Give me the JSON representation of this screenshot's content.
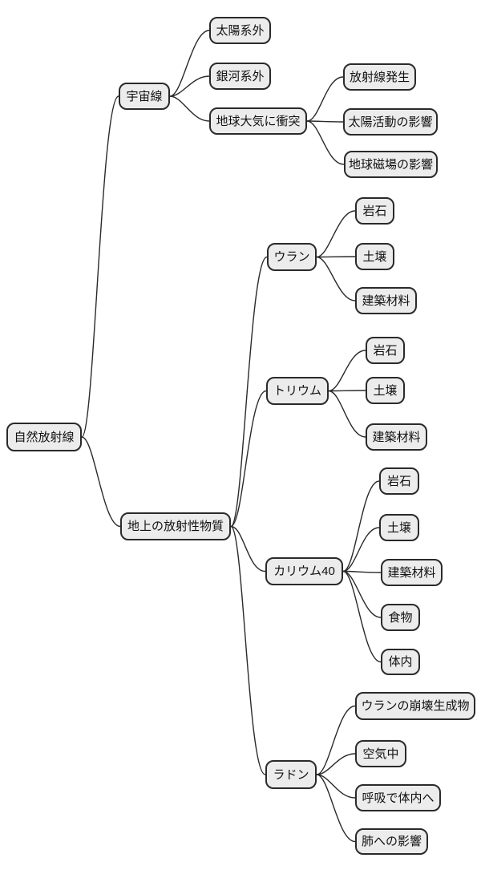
{
  "diagram": {
    "type": "mindmap",
    "title": "自然放射線",
    "colors": {
      "background": "#ffffff",
      "node_fill": "#ececec",
      "node_border": "#2a2a2a",
      "edge": "#2a2a2a",
      "text": "#111111"
    },
    "nodes": [
      {
        "id": "root",
        "label": "自然放射線",
        "parent": null
      },
      {
        "id": "cosmic-rays",
        "label": "宇宙線",
        "parent": "root"
      },
      {
        "id": "extrasolar",
        "label": "太陽系外",
        "parent": "cosmic-rays"
      },
      {
        "id": "extragalactic",
        "label": "銀河系外",
        "parent": "cosmic-rays"
      },
      {
        "id": "atmosphere-collision",
        "label": "地球大気に衝突",
        "parent": "cosmic-rays"
      },
      {
        "id": "radiation-generation",
        "label": "放射線発生",
        "parent": "atmosphere-collision"
      },
      {
        "id": "solar-activity-effect",
        "label": "太陽活動の影響",
        "parent": "atmosphere-collision"
      },
      {
        "id": "geomagnetic-effect",
        "label": "地球磁場の影響",
        "parent": "atmosphere-collision"
      },
      {
        "id": "terrestrial",
        "label": "地上の放射性物質",
        "parent": "root"
      },
      {
        "id": "uranium",
        "label": "ウラン",
        "parent": "terrestrial"
      },
      {
        "id": "uranium-rock",
        "label": "岩石",
        "parent": "uranium"
      },
      {
        "id": "uranium-soil",
        "label": "土壌",
        "parent": "uranium"
      },
      {
        "id": "uranium-building",
        "label": "建築材料",
        "parent": "uranium"
      },
      {
        "id": "thorium",
        "label": "トリウム",
        "parent": "terrestrial"
      },
      {
        "id": "thorium-rock",
        "label": "岩石",
        "parent": "thorium"
      },
      {
        "id": "thorium-soil",
        "label": "土壌",
        "parent": "thorium"
      },
      {
        "id": "thorium-building",
        "label": "建築材料",
        "parent": "thorium"
      },
      {
        "id": "potassium40",
        "label": "カリウム40",
        "parent": "terrestrial"
      },
      {
        "id": "potassium40-rock",
        "label": "岩石",
        "parent": "potassium40"
      },
      {
        "id": "potassium40-soil",
        "label": "土壌",
        "parent": "potassium40"
      },
      {
        "id": "potassium40-building",
        "label": "建築材料",
        "parent": "potassium40"
      },
      {
        "id": "potassium40-food",
        "label": "食物",
        "parent": "potassium40"
      },
      {
        "id": "potassium40-body",
        "label": "体内",
        "parent": "potassium40"
      },
      {
        "id": "radon",
        "label": "ラドン",
        "parent": "terrestrial"
      },
      {
        "id": "radon-decay-product",
        "label": "ウランの崩壊生成物",
        "parent": "radon"
      },
      {
        "id": "radon-air",
        "label": "空気中",
        "parent": "radon"
      },
      {
        "id": "radon-breathing",
        "label": "呼吸で体内へ",
        "parent": "radon"
      },
      {
        "id": "radon-lung-effect",
        "label": "肺への影響",
        "parent": "radon"
      }
    ]
  }
}
